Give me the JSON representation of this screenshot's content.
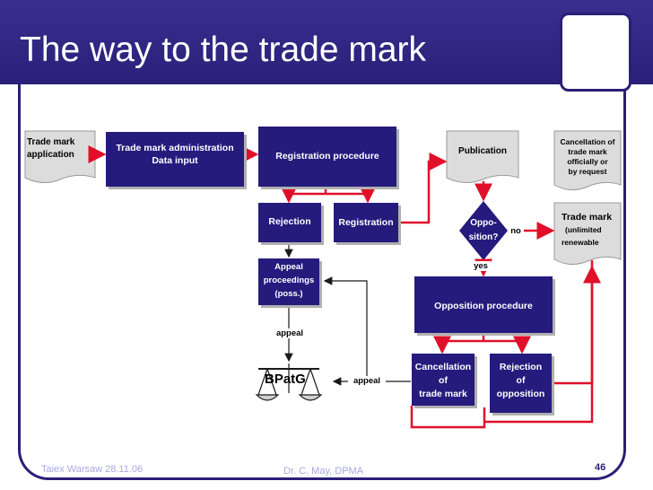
{
  "slide": {
    "title": "The way to the trade mark",
    "footer_left": "Taiex Warsaw 28.11.06",
    "footer_center": "Dr. C. May, DPMA",
    "page_number": "46"
  },
  "nodes": {
    "trade_mark_application": [
      "Trade mark",
      "application"
    ],
    "administration": [
      "Trade mark administration",
      "Data input"
    ],
    "registration_procedure": "Registration procedure",
    "publication": "Publication",
    "cancellation_official": [
      "Cancellation of",
      "trade mark",
      "officially or",
      "by request"
    ],
    "rejection": "Rejection",
    "registration": "Registration",
    "opposition_decision": [
      "Oppo-",
      "sition?"
    ],
    "trade_mark_result": [
      "Trade mark",
      "(unlimited",
      "renewable"
    ],
    "appeal_proceedings": [
      "Appeal",
      "proceedings",
      "(poss.)"
    ],
    "opposition_procedure": "Opposition procedure",
    "bpatg": "BPatG",
    "cancellation_of_trade_mark": [
      "Cancellation",
      "of",
      "trade mark"
    ],
    "rejection_of_opposition": [
      "Rejection",
      "of",
      "opposition"
    ]
  },
  "labels": {
    "no": "no",
    "yes": "yes",
    "appeal_vertical": "appeal",
    "appeal_horizontal": "appeal"
  },
  "colors": {
    "header": "#2a1f78",
    "box": "#251b7d",
    "connector": "#e0102a",
    "document": "#dcdcdc"
  }
}
